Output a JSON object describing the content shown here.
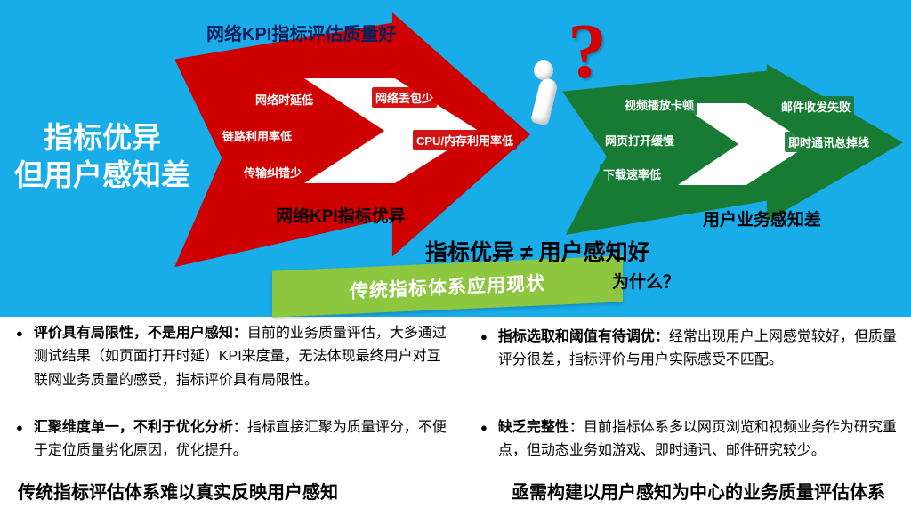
{
  "colors": {
    "bg_cyan": "#18ACE8",
    "red": "#CE0000",
    "green": "#187B33",
    "ribbon_green": "#8DC63F"
  },
  "header": {
    "left_title_line1": "指标优异",
    "left_title_line2": "但用户感知差",
    "top_caption": "网络KPI指标评估质量好",
    "question_mark": "?"
  },
  "kpi_arrow": {
    "items": [
      "网络时延低",
      "网络丢包少",
      "链路利用率低",
      "CPU/内存利用率低",
      "传输纠错少"
    ],
    "caption": "网络KPI指标优异"
  },
  "perception_arrow": {
    "items": [
      "视频播放卡顿",
      "邮件收发失败",
      "网页打开缓慢",
      "即时通讯总掉线",
      "下载速率低"
    ],
    "caption": "用户业务感知差"
  },
  "center": {
    "line1": "指标优异 ≠ 用户感知好",
    "line2": "为什么？"
  },
  "ribbon": {
    "label": "传统指标体系应用现状"
  },
  "bullets": {
    "left": [
      {
        "lead": "评价具有局限性，不是用户感知：",
        "body": "目前的业务质量评估，大多通过测试结果（如页面打开时延）KPI来度量，无法体现最终用户对互联网业务质量的感受，指标评价具有局限性。"
      },
      {
        "lead": "汇聚维度单一，不利于优化分析：",
        "body": "指标直接汇聚为质量评分，不便于定位质量劣化原因，优化提升。"
      }
    ],
    "right": [
      {
        "lead": "指标选取和阈值有待调优：",
        "body": "经常出现用户上网感觉较好，但质量评分很差，指标评价与用户实际感受不匹配。"
      },
      {
        "lead": "缺乏完整性：",
        "body": "目前指标体系多以网页浏览和视频业务作为研究重点，但动态业务如游戏、即时通讯、邮件研究较少。"
      }
    ]
  },
  "footnotes": {
    "left": "传统指标评估体系难以真实反映用户感知",
    "right": "亟需构建以用户感知为中心的业务质量评估体系"
  }
}
